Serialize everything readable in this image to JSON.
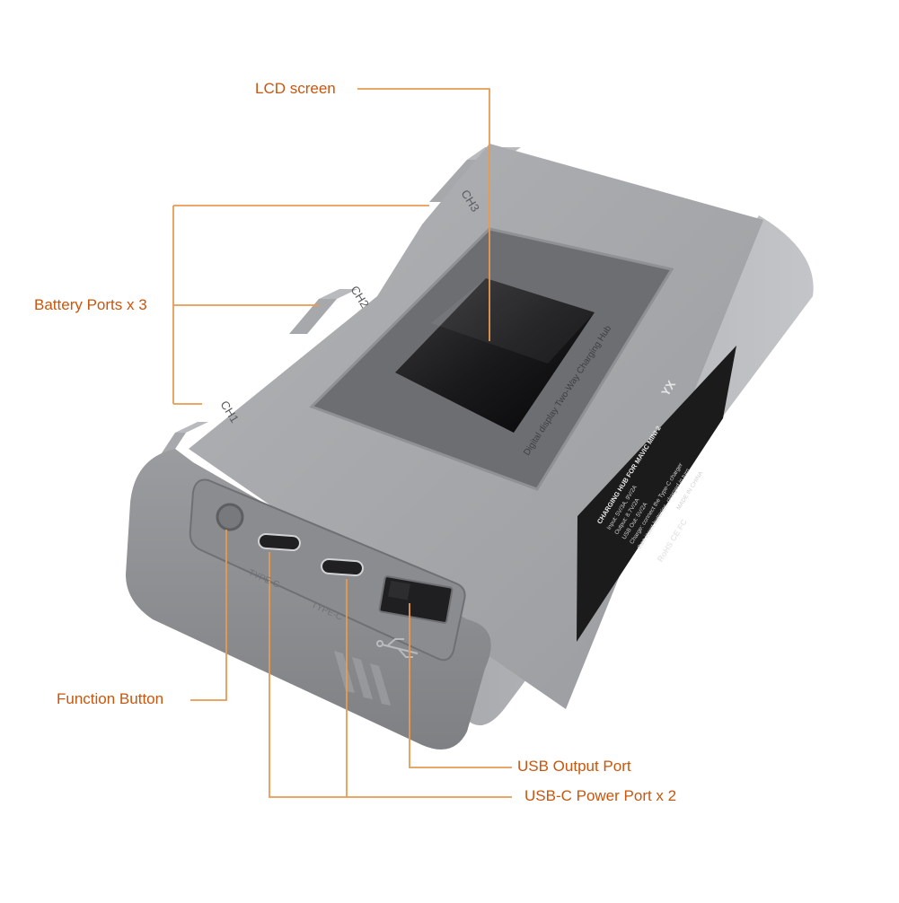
{
  "colors": {
    "callout_text": "#c8560e",
    "leader_line": "#e89a52",
    "body_top": "#a3a5a8",
    "body_front": "#8d8f92",
    "body_side": "#b4b6b9",
    "screen": "#101012",
    "label_plate": "#1b1b1c"
  },
  "callouts": {
    "lcd_screen": "LCD screen",
    "battery_ports": "Battery Ports x 3",
    "function_button": "Function Button",
    "usb_output": "USB Output Port",
    "usbc_power": "USB-C Power Port x 2"
  },
  "device": {
    "channel_labels": [
      "CH1",
      "CH2",
      "CH3"
    ],
    "screen_caption": "Digital display Two-Way Charging Hub",
    "port_labels": [
      "TYPE-C",
      "TYPE-C"
    ],
    "label_plate": {
      "brand_mark": "YX",
      "title": "CHARGING HUB FOR MAVIC MINI 2",
      "lines": [
        "Input: 5V/3A, 9V/2A",
        "Output: 8.7V/2A",
        "USB Out: 5V/2A",
        "Charge: connect the Type-C charger",
        "then insert batteries, charged in turn",
        "MADE IN CHINA"
      ],
      "cert_marks": "RoHS CE FC"
    },
    "icons": [
      "power-button-icon",
      "usb-icon"
    ]
  }
}
